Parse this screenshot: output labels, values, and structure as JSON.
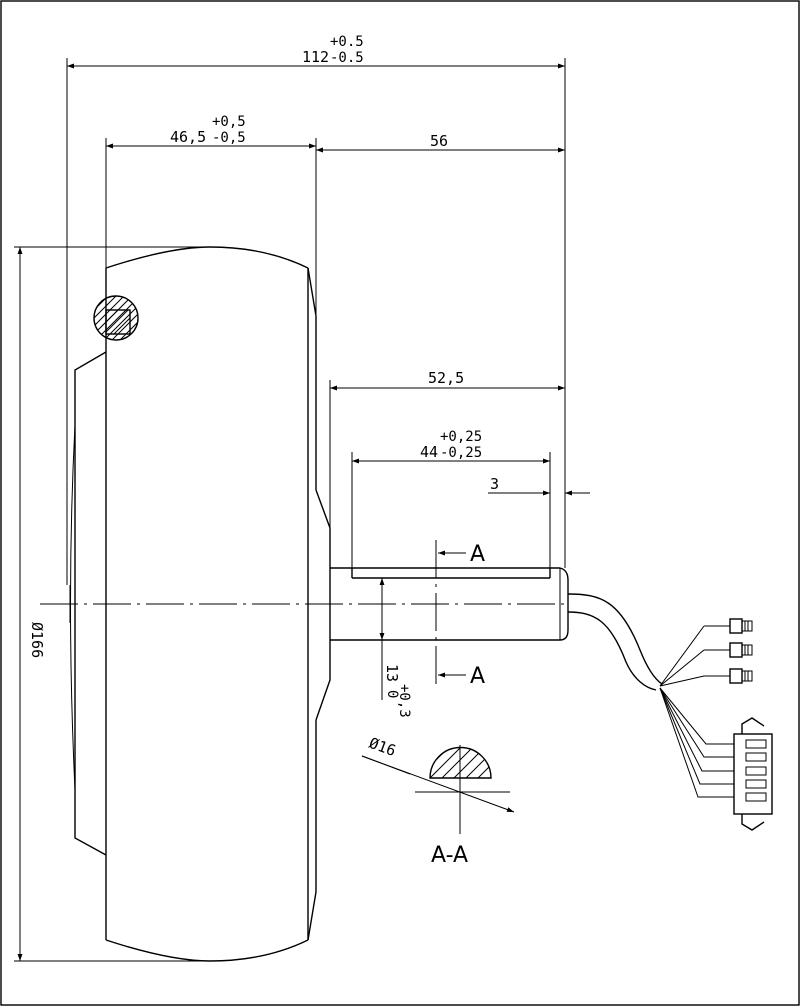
{
  "dimensions": {
    "overall_length": {
      "nominal": "112",
      "upper": "+0.5",
      "lower": "-0.5"
    },
    "hub_width": {
      "nominal": "46,5",
      "upper": "+0,5",
      "lower": "-0,5"
    },
    "shaft_overall": "56",
    "shaft_length": "52,5",
    "flat_length": {
      "nominal": "44",
      "upper": "+0,25",
      "lower": "-0,25"
    },
    "end_gap": "3",
    "outer_diameter": "Ø166",
    "flat_height": {
      "nominal": "13",
      "upper": "+0,3",
      "lower": "0"
    },
    "shaft_diameter": "Ø16"
  },
  "section": {
    "marker_top": "A",
    "marker_bottom": "A",
    "title": "A-A"
  },
  "connectors": {
    "bullet_count": 3,
    "plug_pins": 5
  }
}
